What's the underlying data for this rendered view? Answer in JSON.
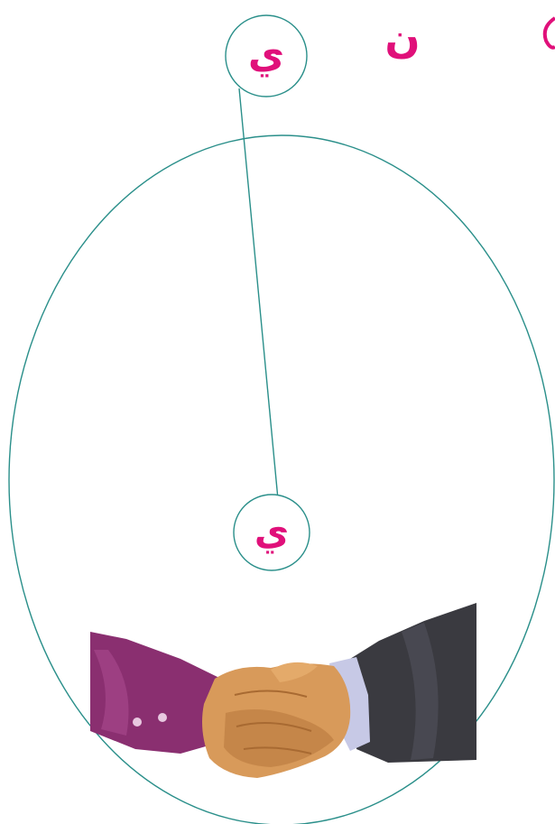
{
  "letters": {
    "top_circled": "ي",
    "top_right": "ن",
    "bottom_circled": "ي"
  },
  "colors": {
    "letter": "#e0107a",
    "outline": "#2a8f8a",
    "background": "#ffffff",
    "edge_accent": "#e0107a",
    "sleeve_left": "#8a2f70",
    "sleeve_right": "#3a3a40",
    "cuff_right": "#c7c9e6",
    "skin": "#d89a5a"
  },
  "image": {
    "subject_icon": "handshake-illustration"
  }
}
